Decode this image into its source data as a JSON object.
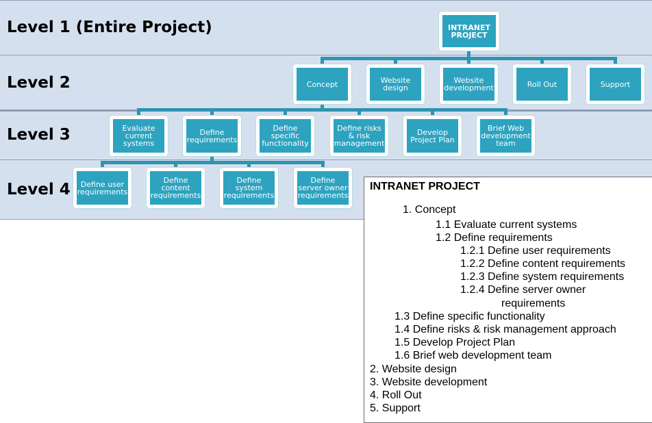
{
  "levels": [
    {
      "label": "Level 1 (Entire Project)"
    },
    {
      "label": "Level 2"
    },
    {
      "label": "Level 3"
    },
    {
      "label": "Level 4"
    }
  ],
  "nodes": {
    "root": "INTRANET PROJECT",
    "level2": [
      "Concept",
      "Website design",
      "Website development",
      "Roll Out",
      "Support"
    ],
    "level3": [
      "Evaluate current systems",
      "Define requirements",
      "Define specific functionality",
      "Define risks & risk management",
      "Develop Project Plan",
      "Brief Web development team"
    ],
    "level4": [
      "Define user requirements",
      "Define content requirements",
      "Define system requirements",
      "Define server owner requirements"
    ]
  },
  "outline": {
    "title": "INTRANET PROJECT",
    "lines": [
      "1.  Concept",
      "1.1 Evaluate current systems",
      "1.2 Define requirements",
      "1.2.1 Define user requirements",
      "1.2.2 Define content requirements",
      "1.2.3 Define system requirements",
      "1.2.4 Define server owner",
      "requirements",
      "1.3 Define specific functionality",
      "1.4 Define risks & risk management approach",
      "1.5 Develop Project Plan",
      "1.6 Brief web development team",
      "2. Website design",
      "3. Website development",
      "4. Roll Out",
      "5. Support"
    ]
  },
  "colors": {
    "band": "#d5e0ee",
    "node": "#2da3c0",
    "connector": "#2e94b0"
  }
}
